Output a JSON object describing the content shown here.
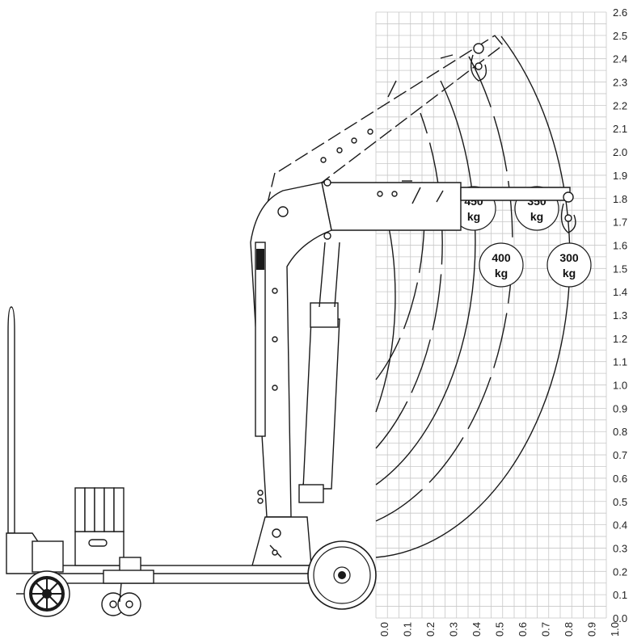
{
  "grid": {
    "y_ticks": [
      "0.0",
      "0.1",
      "0.2",
      "0.3",
      "0.4",
      "0.5",
      "0.6",
      "0.7",
      "0.8",
      "0.9",
      "1.0",
      "1.1",
      "1.2",
      "1.3",
      "1.4",
      "1.5",
      "1.6",
      "1.7",
      "1.8",
      "1.9",
      "2.0",
      "2.1",
      "2.2",
      "2.3",
      "2.4",
      "2.5",
      "2.6"
    ],
    "x_ticks": [
      "0.0",
      "0.1",
      "0.2",
      "0.3",
      "0.4",
      "0.5",
      "0.6",
      "0.7",
      "0.8",
      "0.9",
      "1.0"
    ]
  },
  "capacities": [
    {
      "weight": "450",
      "unit": "kg"
    },
    {
      "weight": "400",
      "unit": "kg"
    },
    {
      "weight": "350",
      "unit": "kg"
    },
    {
      "weight": "300",
      "unit": "kg"
    }
  ],
  "colors": {
    "line": "#1a1a1a",
    "grid": "#c8c8c8"
  }
}
